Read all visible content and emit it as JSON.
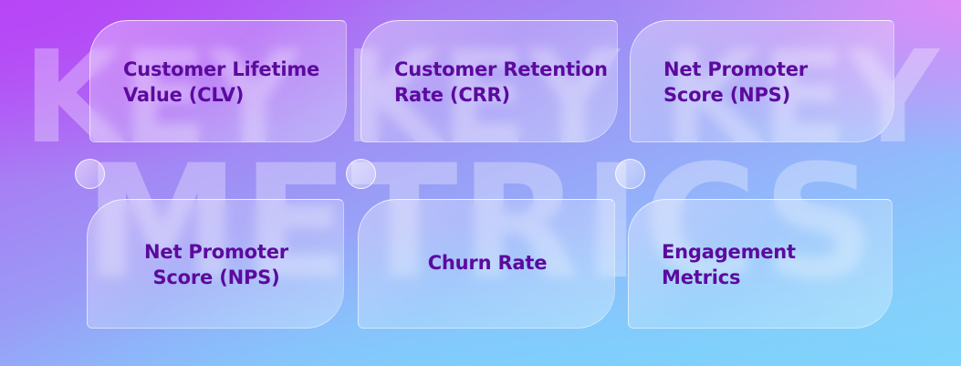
{
  "background": {
    "watermark_line1": "KEY KEY KEY",
    "watermark_line2": "METRICS",
    "gradient_start": "#b54df6",
    "gradient_mid": "#9a9bf6",
    "gradient_end": "#7fd6fc",
    "accent_text_color": "#5c0a9e"
  },
  "cards": {
    "top": [
      {
        "label": "Customer Lifetime\nValue (CLV)"
      },
      {
        "label": "Customer Retention\nRate (CRR)"
      },
      {
        "label": "Net Promoter\nScore (NPS)"
      }
    ],
    "bottom": [
      {
        "label": "Net Promoter\nScore (NPS)"
      },
      {
        "label": "Churn Rate"
      },
      {
        "label": "Engagement\nMetrics"
      }
    ]
  }
}
